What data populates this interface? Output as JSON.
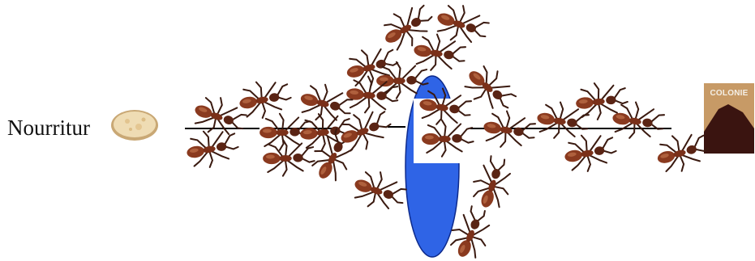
{
  "scene": {
    "food_label": "Nourritur",
    "colony_label": "COLONIE",
    "colors": {
      "background": "#ffffff",
      "trail": "#000000",
      "obstacle_fill": "#2f64e6",
      "ant_body": "#8a3a1f",
      "ant_dark": "#3a1a10",
      "colony_box": "#c79a66",
      "colony_mound": "#3a1410",
      "food": "#e8cfa0"
    },
    "icons": [
      "food-icon",
      "colony-icon",
      "ant-icon",
      "obstacle"
    ]
  }
}
